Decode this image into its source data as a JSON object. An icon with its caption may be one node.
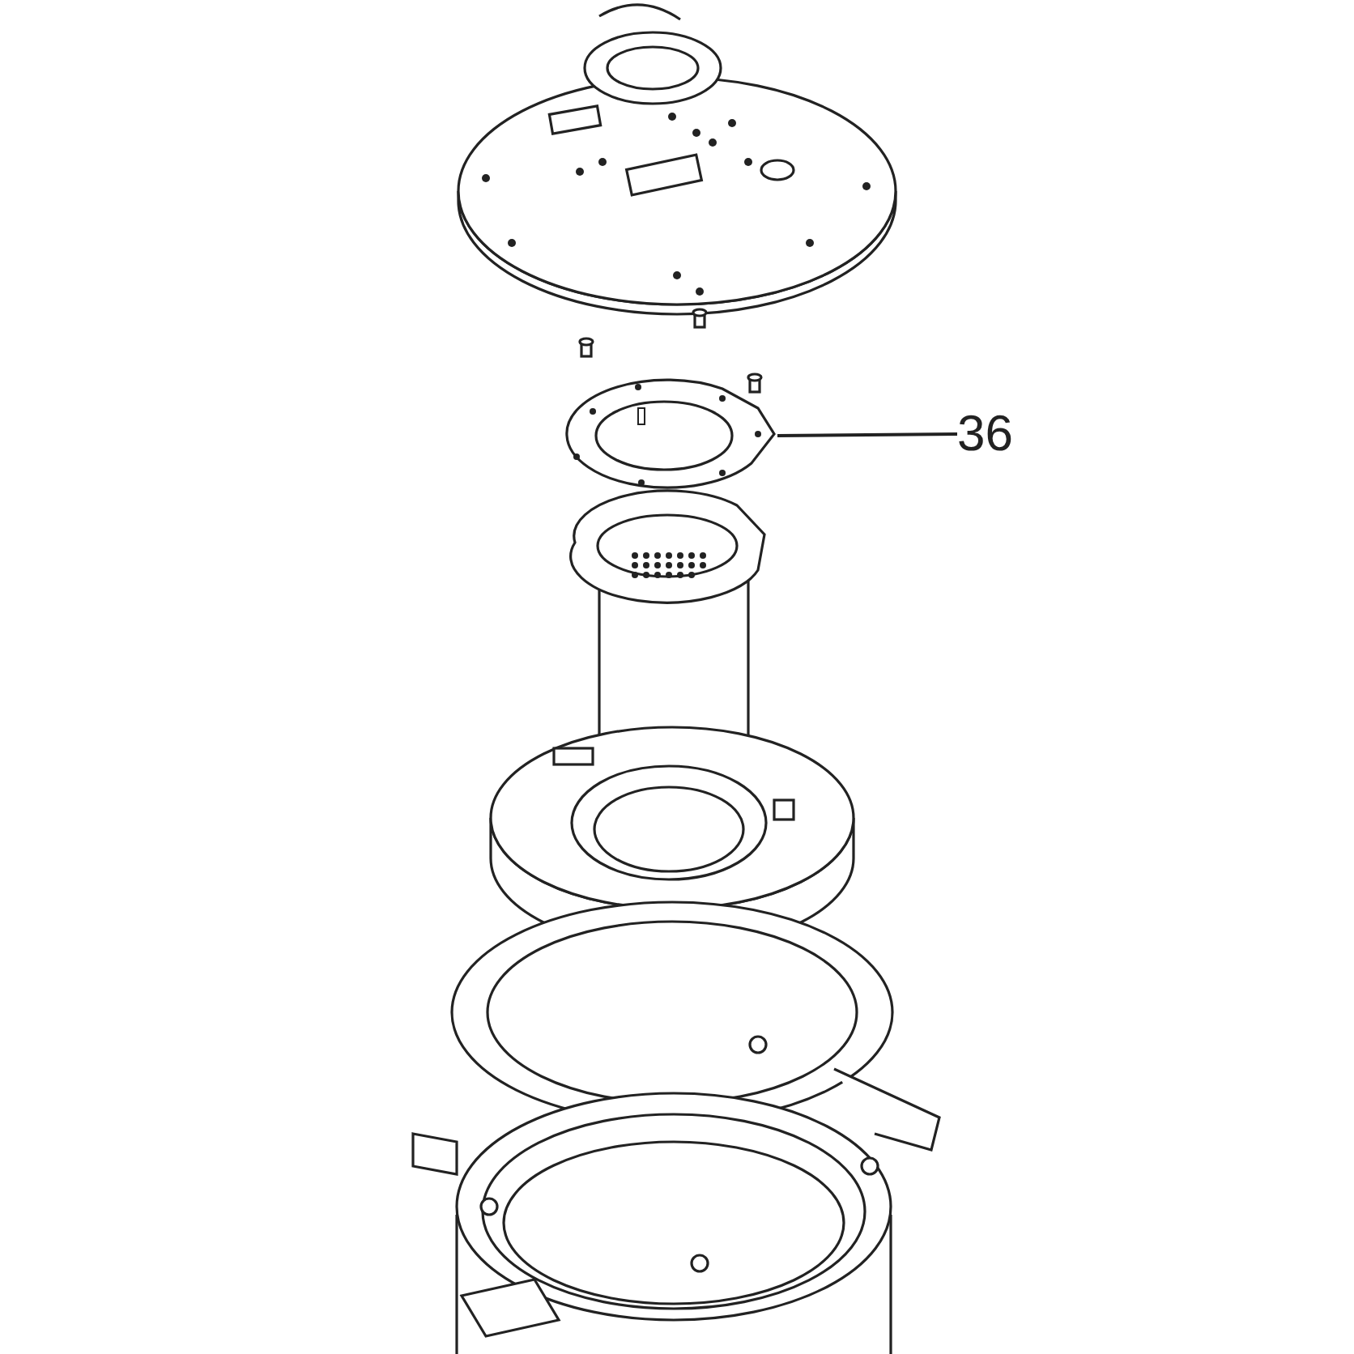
{
  "diagram": {
    "nodes": [
      {
        "text": [
          "36"
        ]
      },
      {
        "text": [],
        "shape": "picture"
      }
    ],
    "edges": [
      {
        "from": 0,
        "to": 1,
        "arrow": "none"
      }
    ]
  }
}
